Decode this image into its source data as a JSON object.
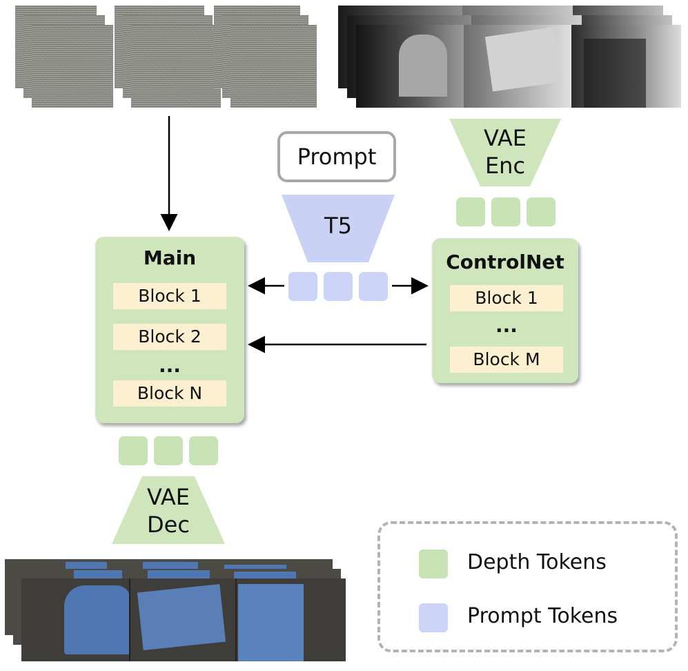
{
  "main": {
    "title": "Main",
    "blocks": [
      "Block 1",
      "Block 2",
      "Block N"
    ],
    "ellipsis": "..."
  },
  "controlnet": {
    "title": "ControlNet",
    "blocks": [
      "Block 1",
      "Block M"
    ],
    "ellipsis": "..."
  },
  "prompt": {
    "label": "Prompt"
  },
  "t5": {
    "label": "T5"
  },
  "vae_enc": {
    "line1": "VAE",
    "line2": "Enc"
  },
  "vae_dec": {
    "line1": "VAE",
    "line2": "Dec"
  },
  "legend": {
    "depth_label": "Depth Tokens",
    "prompt_label": "Prompt Tokens"
  },
  "colors": {
    "depth_token": "#c8e3b5",
    "prompt_token": "#ccd5f7",
    "module_green": "#cfe6bd",
    "block_fill": "#fdf0d0",
    "t5_fill": "#c9d1f5"
  }
}
